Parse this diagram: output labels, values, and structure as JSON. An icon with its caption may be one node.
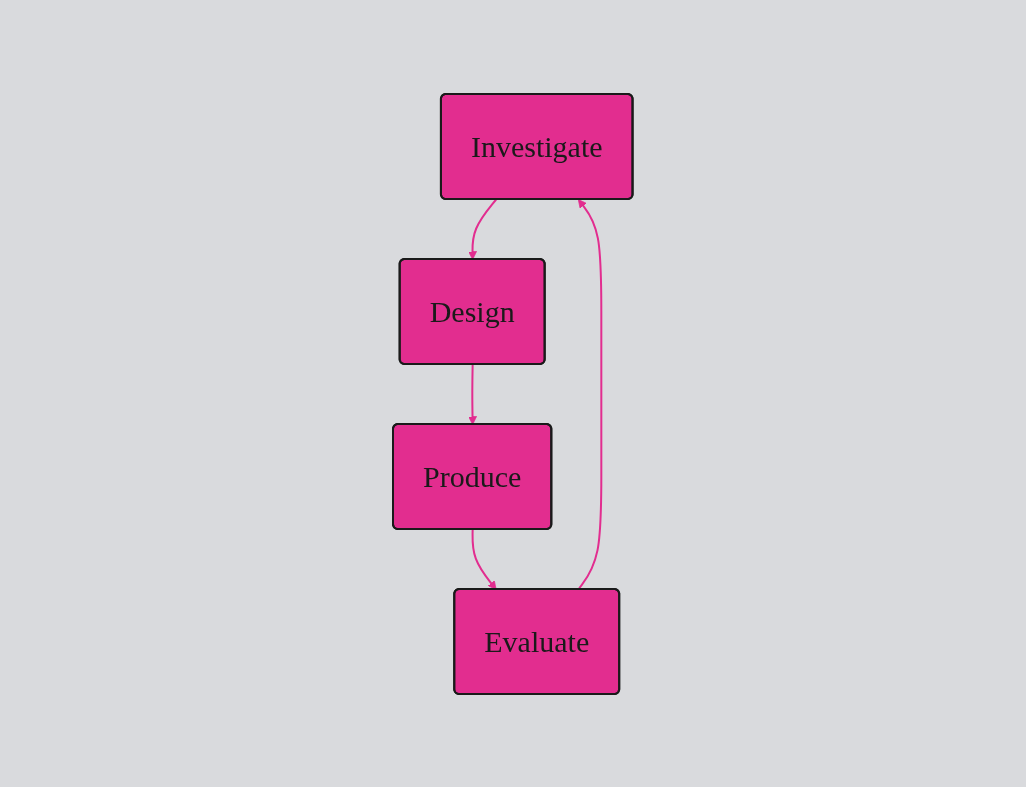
{
  "diagram": {
    "nodes": [
      {
        "text": [
          "Investigate"
        ]
      },
      {
        "text": [
          "Design"
        ]
      },
      {
        "text": [
          "Produce"
        ]
      },
      {
        "text": [
          "Evaluate"
        ]
      }
    ],
    "edges": [
      {
        "from": 0,
        "to": 1,
        "arrow": "to"
      },
      {
        "from": 1,
        "to": 2,
        "arrow": "to"
      },
      {
        "from": 2,
        "to": 3,
        "arrow": "to"
      },
      {
        "from": 3,
        "to": 0,
        "arrow": "to"
      }
    ]
  }
}
